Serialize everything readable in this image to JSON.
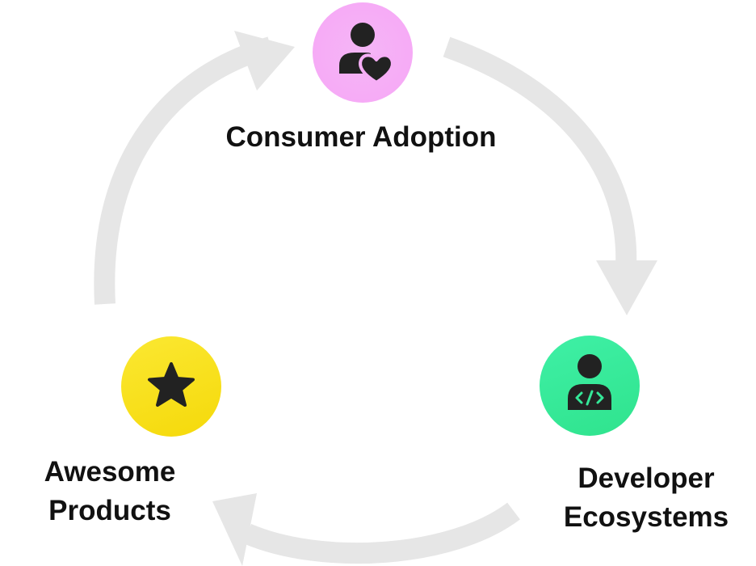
{
  "diagram": {
    "type": "cycle",
    "nodes": [
      {
        "label_lines": [
          "Consumer Adoption"
        ],
        "icon": "person-heart-icon",
        "color": "#f6b0f6"
      },
      {
        "label_lines": [
          "Developer",
          "Ecosystems"
        ],
        "icon": "developer-code-icon",
        "color": "#34e898"
      },
      {
        "label_lines": [
          "Awesome",
          "Products"
        ],
        "icon": "star-icon",
        "color": "#f8e01c"
      }
    ],
    "edges": [
      {
        "from": "Consumer Adoption",
        "to": "Developer Ecosystems"
      },
      {
        "from": "Developer Ecosystems",
        "to": "Awesome Products"
      },
      {
        "from": "Awesome Products",
        "to": "Consumer Adoption"
      }
    ],
    "arrow_color": "#e6e6e6",
    "icon_color": "#222222"
  }
}
